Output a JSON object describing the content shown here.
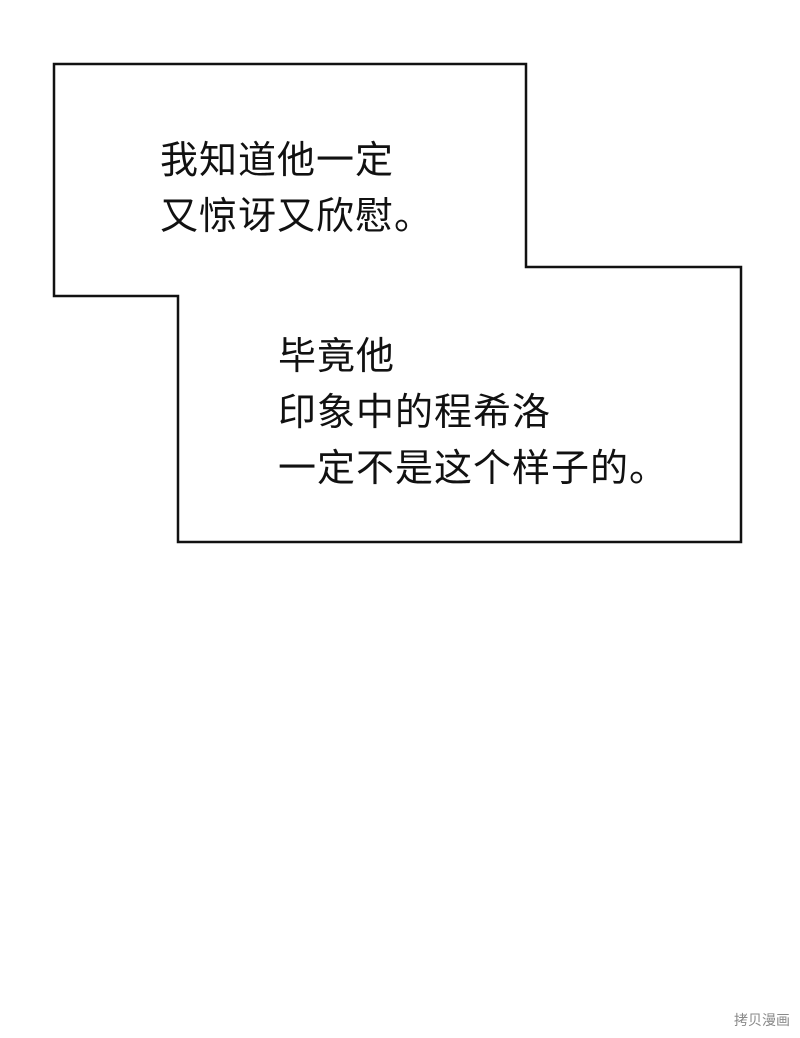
{
  "captions": [
    {
      "lines": [
        "我知道他一定",
        "又惊讶又欣慰。"
      ]
    },
    {
      "lines": [
        "毕竟他",
        "印象中的程希洛",
        "一定不是这个样子的。"
      ]
    }
  ],
  "watermark": "拷贝漫画",
  "colors": {
    "background": "#ffffff",
    "outline": "#111111",
    "text": "#111111"
  }
}
